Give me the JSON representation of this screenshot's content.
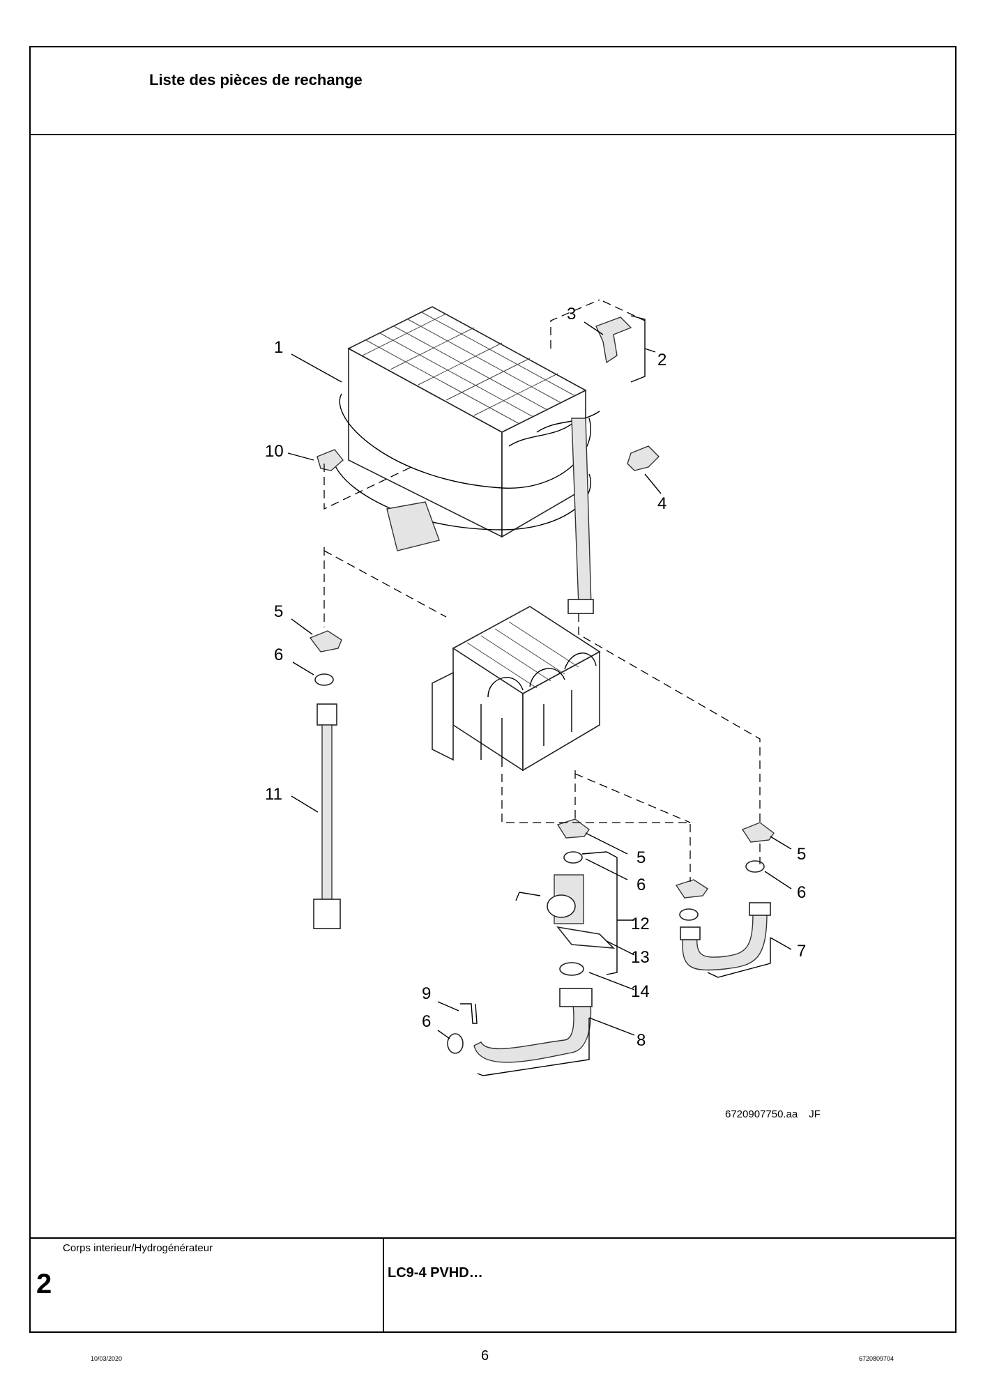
{
  "header": {
    "title": "Liste des pièces de rechange"
  },
  "section": {
    "name": "Corps interieur/Hydrogénérateur",
    "number": "2"
  },
  "model": "LC9-4 PVHD…",
  "drawing_ref": {
    "code": "6720907750.aa",
    "initials": "JF"
  },
  "footer": {
    "date": "10/03/2020",
    "page": "6",
    "doc_code": "6720809704"
  },
  "callouts": [
    "1",
    "2",
    "3",
    "4",
    "5",
    "5",
    "5",
    "6",
    "6",
    "6",
    "6",
    "7",
    "8",
    "9",
    "10",
    "11",
    "12",
    "13",
    "14"
  ]
}
